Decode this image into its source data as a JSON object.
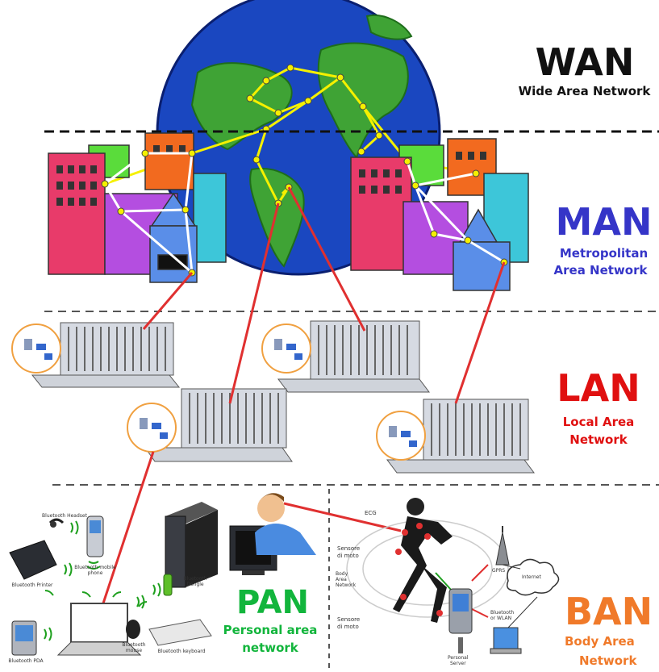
{
  "levels": {
    "wan": {
      "abbr": "WAN",
      "name": "Wide Area Network"
    },
    "man": {
      "abbr": "MAN",
      "name_line1": "Metropolitan",
      "name_line2": "Area Network"
    },
    "lan": {
      "abbr": "LAN",
      "name_line1": "Local Area",
      "name_line2": "Network"
    },
    "pan": {
      "abbr": "PAN",
      "name_line1": "Personal area",
      "name_line2": "network"
    },
    "ban": {
      "abbr": "BAN",
      "name_line1": "Body Area",
      "name_line2": "Network"
    }
  },
  "pan_devices": {
    "headset": "Bluetooth Headset",
    "mobile_line1": "Bluetooth mobile",
    "mobile_line2": "phone",
    "printer": "Bluetooth Printer",
    "dongle_line1": "Bluetooth",
    "dongle_line2": "Dongle",
    "mouse_line1": "Bluetooth",
    "mouse_line2": "mouse",
    "keyboard": "Bluetooth keyboard",
    "pda": "Bluetooth PDA"
  },
  "ban_labels": {
    "ecg": "ECG",
    "motion_top_line1": "Sensore",
    "motion_top_line2": "di moto",
    "body_line1": "Body",
    "body_line2": "Area",
    "body_line3": "Network",
    "motion_bottom_line1": "Sensore",
    "motion_bottom_line2": "di moto",
    "gprs": "GPRS",
    "internet": "Internet",
    "bt_wlan_line1": "Bluetooth",
    "bt_wlan_line2": "or WLAN",
    "server_line1": "Personal",
    "server_line2": "Server"
  },
  "colors": {
    "wan": "#111111",
    "man": "#3535c8",
    "lan": "#e01010",
    "pan": "#12b53c",
    "ban": "#f07a2a",
    "link": "#e03030",
    "backbone": "#f5f000"
  }
}
